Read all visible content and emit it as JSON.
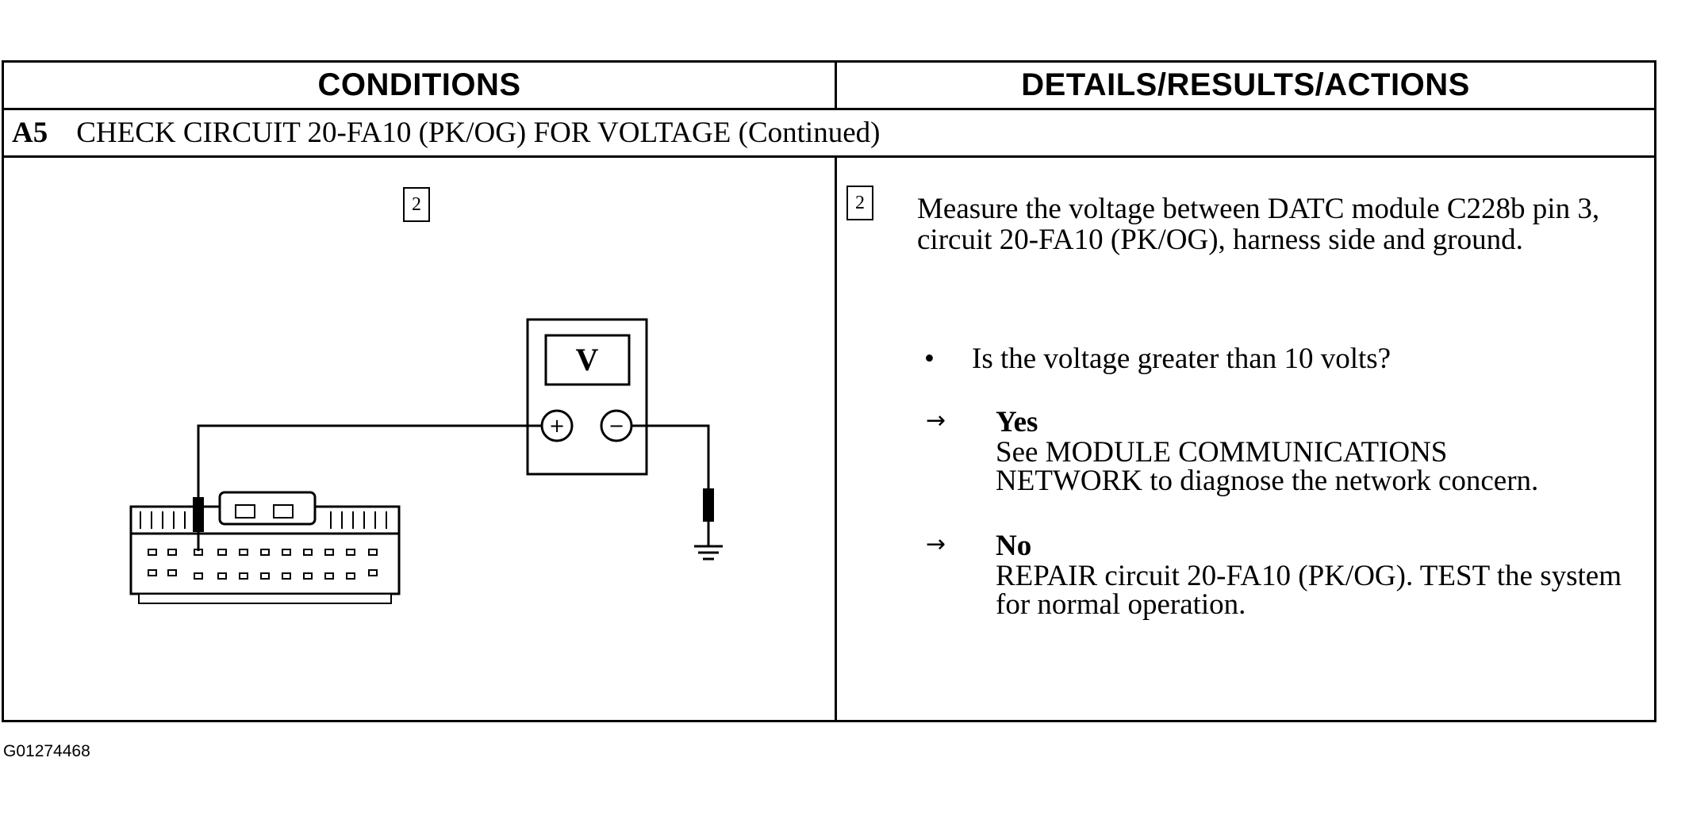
{
  "table": {
    "header_left": "CONDITIONS",
    "header_right": "DETAILS/RESULTS/ACTIONS",
    "step_code": "A5",
    "step_title": "CHECK CIRCUIT 20-FA10 (PK/OG) FOR VOLTAGE (Continued)"
  },
  "diagram": {
    "step_number": "2",
    "meter_display": "V",
    "meter_positive": "+",
    "meter_negative": "−"
  },
  "details": {
    "step_number": "2",
    "instruction": "Measure the voltage between DATC module C228b pin 3, circuit 20-FA10 (PK/OG), harness side and ground.",
    "bullet": "•",
    "question": "Is the voltage greater than 10 volts?",
    "arrow": "→",
    "yes": {
      "label": "Yes",
      "text": "See MODULE COMMUNICATIONS NETWORK to diagnose the network concern."
    },
    "no": {
      "label": "No",
      "text": "REPAIR circuit 20-FA10 (PK/OG). TEST the system for normal operation."
    }
  },
  "figure_id": "G01274468"
}
